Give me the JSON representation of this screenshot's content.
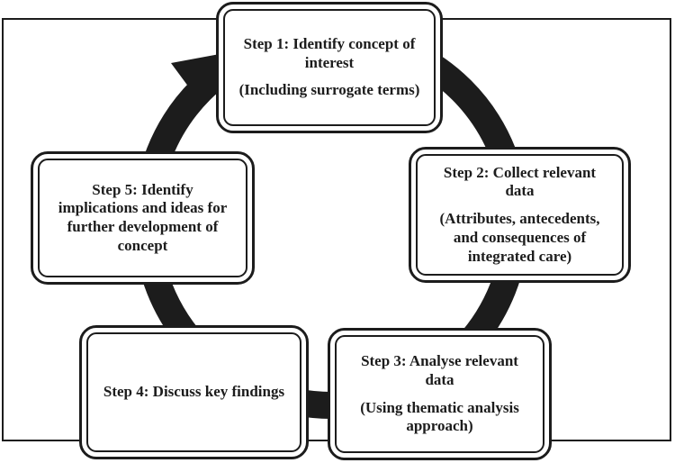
{
  "diagram": {
    "kind": "cyclical-process",
    "colors": {
      "ink": "#1c1c1c",
      "background": "#ffffff",
      "arrow_band": "#1c1c1c"
    },
    "arrow": {
      "direction": "clockwise",
      "arrowhead_points_to": "Step 1"
    }
  },
  "steps": [
    {
      "title": "Step 1: Identify concept of interest",
      "subtitle": "(Including surrogate terms)"
    },
    {
      "title": "Step 2: Collect relevant data",
      "subtitle": "(Attributes, antecedents, and consequences of integrated care)"
    },
    {
      "title": "Step 3: Analyse relevant data",
      "subtitle": "(Using thematic analysis approach)"
    },
    {
      "title": "Step 4: Discuss key findings"
    },
    {
      "title": "Step 5: Identify implications and ideas for further development of concept"
    }
  ]
}
